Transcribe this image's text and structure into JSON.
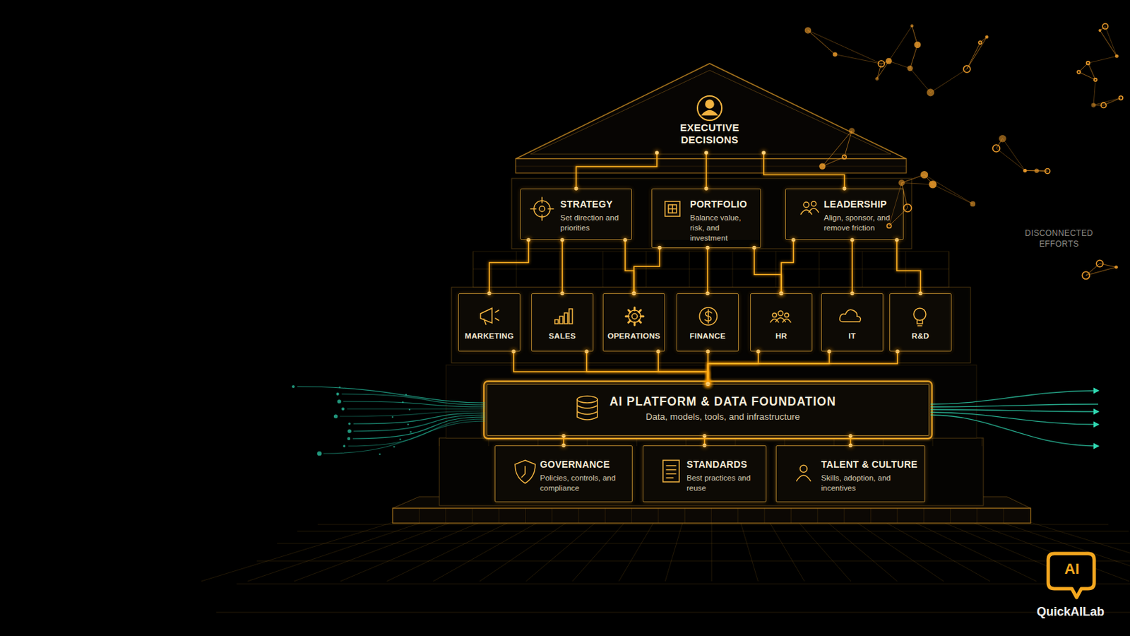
{
  "diagram": {
    "nodes": [
      {
        "text": [
          "EXECUTIVE DECISIONS"
        ]
      },
      {
        "text": [
          "STRATEGY",
          "Set direction and priorities"
        ]
      },
      {
        "text": [
          "PORTFOLIO",
          "Balance value, risk, and investment"
        ]
      },
      {
        "text": [
          "LEADERSHIP",
          "Align, sponsor, and remove friction"
        ]
      },
      {
        "text": [
          "MARKETING"
        ]
      },
      {
        "text": [
          "SALES"
        ]
      },
      {
        "text": [
          "OPERATIONS"
        ]
      },
      {
        "text": [
          "FINANCE"
        ]
      },
      {
        "text": [
          "HR"
        ]
      },
      {
        "text": [
          "IT"
        ]
      },
      {
        "text": [
          "R&D"
        ]
      },
      {
        "text": [
          "AI PLATFORM & DATA FOUNDATION",
          "Data, models, tools, and infrastructure"
        ]
      },
      {
        "text": [
          "GOVERNANCE",
          "Policies, controls, and compliance"
        ]
      },
      {
        "text": [
          "STANDARDS",
          "Best practices and reuse"
        ]
      },
      {
        "text": [
          "TALENT & CULTURE",
          "Skills, adoption, and incentives"
        ]
      }
    ],
    "edges": [
      {
        "from": 0,
        "to": 1,
        "arrow": "none"
      },
      {
        "from": 0,
        "to": 2,
        "arrow": "none"
      },
      {
        "from": 0,
        "to": 3,
        "arrow": "none"
      },
      {
        "from": 1,
        "to": 4,
        "arrow": "none"
      },
      {
        "from": 1,
        "to": 5,
        "arrow": "none"
      },
      {
        "from": 1,
        "to": 6,
        "arrow": "none"
      },
      {
        "from": 2,
        "to": 6,
        "arrow": "none"
      },
      {
        "from": 2,
        "to": 7,
        "arrow": "none"
      },
      {
        "from": 2,
        "to": 8,
        "arrow": "none"
      },
      {
        "from": 3,
        "to": 8,
        "arrow": "none"
      },
      {
        "from": 3,
        "to": 9,
        "arrow": "none"
      },
      {
        "from": 3,
        "to": 10,
        "arrow": "none"
      },
      {
        "from": 4,
        "to": 11,
        "arrow": "none"
      },
      {
        "from": 5,
        "to": 11,
        "arrow": "none"
      },
      {
        "from": 6,
        "to": 11,
        "arrow": "none"
      },
      {
        "from": 7,
        "to": 11,
        "arrow": "none"
      },
      {
        "from": 8,
        "to": 11,
        "arrow": "none"
      },
      {
        "from": 9,
        "to": 11,
        "arrow": "none"
      },
      {
        "from": 10,
        "to": 11,
        "arrow": "none"
      },
      {
        "from": 11,
        "to": 12,
        "arrow": "none"
      },
      {
        "from": 11,
        "to": 13,
        "arrow": "none"
      },
      {
        "from": 11,
        "to": 14,
        "arrow": "none"
      }
    ],
    "labels": [
      "DISCONNECTED EFFORTS",
      "AI",
      "QuickAILab"
    ]
  }
}
